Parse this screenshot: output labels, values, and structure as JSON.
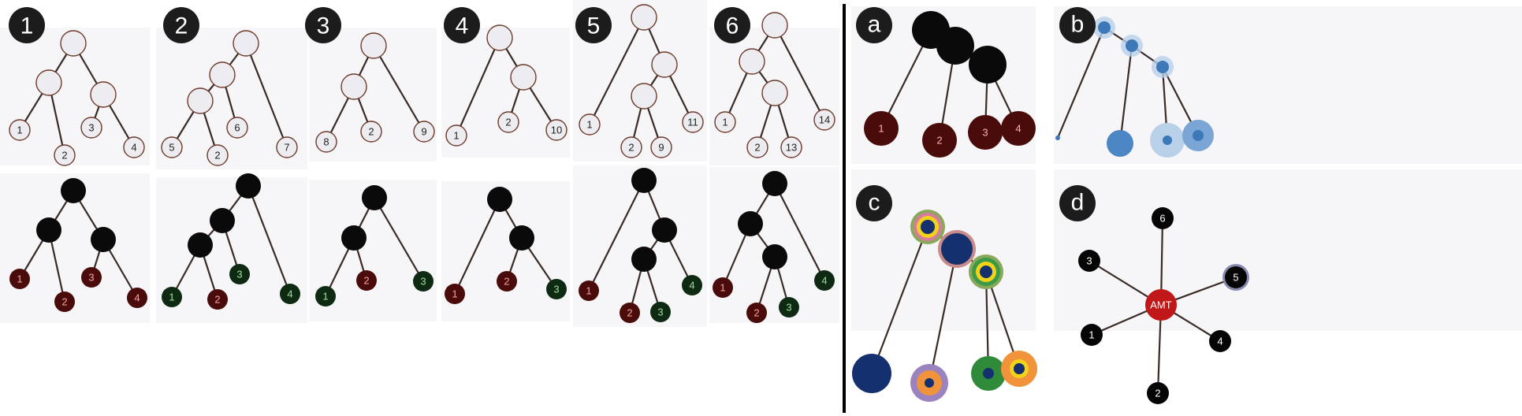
{
  "badges": {
    "numbered": [
      "1",
      "2",
      "3",
      "4",
      "5",
      "6"
    ],
    "lettered": [
      "a",
      "b",
      "c",
      "d"
    ]
  },
  "colors": {
    "white_node": "#ececf1",
    "node_outline": "#6d3a2a",
    "internal_black": "#0a0a0a",
    "leaf_red": "#4a0c0a",
    "leaf_green": "#0f2a12",
    "leaf_red_text": "#ff9f9f",
    "leaf_green_text": "#9fe09f",
    "blue_node": "#3d78b8",
    "blue_halo": "#b8d0e8",
    "navy": "#14306e",
    "ring_gold": "#f2d21a",
    "ring_green": "#2f8a3a",
    "ring_orange": "#f0933a",
    "ring_purple": "#9b83c0",
    "hub_red": "#c01818",
    "separator": "#000000"
  },
  "panels": [
    {
      "id": "1",
      "white_labels": [
        "1",
        "2",
        "3",
        "4"
      ],
      "colored_labels": [
        "1",
        "2",
        "3",
        "4"
      ],
      "colored_leaf_colors": [
        "red",
        "red",
        "red",
        "red"
      ]
    },
    {
      "id": "2",
      "white_labels": [
        "5",
        "2",
        "6",
        "7"
      ],
      "colored_labels": [
        "1",
        "2",
        "3",
        "4"
      ],
      "colored_leaf_colors": [
        "green",
        "red",
        "green",
        "green"
      ]
    },
    {
      "id": "3",
      "white_labels": [
        "8",
        "2",
        "9"
      ],
      "colored_labels": [
        "1",
        "2",
        "3"
      ],
      "colored_leaf_colors": [
        "green",
        "red",
        "green"
      ]
    },
    {
      "id": "4",
      "white_labels": [
        "1",
        "2",
        "10"
      ],
      "colored_labels": [
        "1",
        "2",
        "3"
      ],
      "colored_leaf_colors": [
        "red",
        "red",
        "green"
      ]
    },
    {
      "id": "5",
      "white_labels": [
        "1",
        "2",
        "9",
        "11"
      ],
      "colored_labels": [
        "1",
        "2",
        "3",
        "4"
      ],
      "colored_leaf_colors": [
        "red",
        "red",
        "green",
        "green"
      ]
    },
    {
      "id": "6",
      "white_labels": [
        "1",
        "2",
        "13",
        "14"
      ],
      "colored_labels": [
        "1",
        "2",
        "3",
        "4"
      ],
      "colored_leaf_colors": [
        "red",
        "red",
        "green",
        "green"
      ]
    }
  ],
  "panel_a": {
    "leaf_labels": [
      "1",
      "2",
      "3",
      "4"
    ]
  },
  "panel_d": {
    "hub_label": "AMT",
    "spoke_labels": [
      "6",
      "5",
      "4",
      "2",
      "1",
      "3"
    ]
  }
}
